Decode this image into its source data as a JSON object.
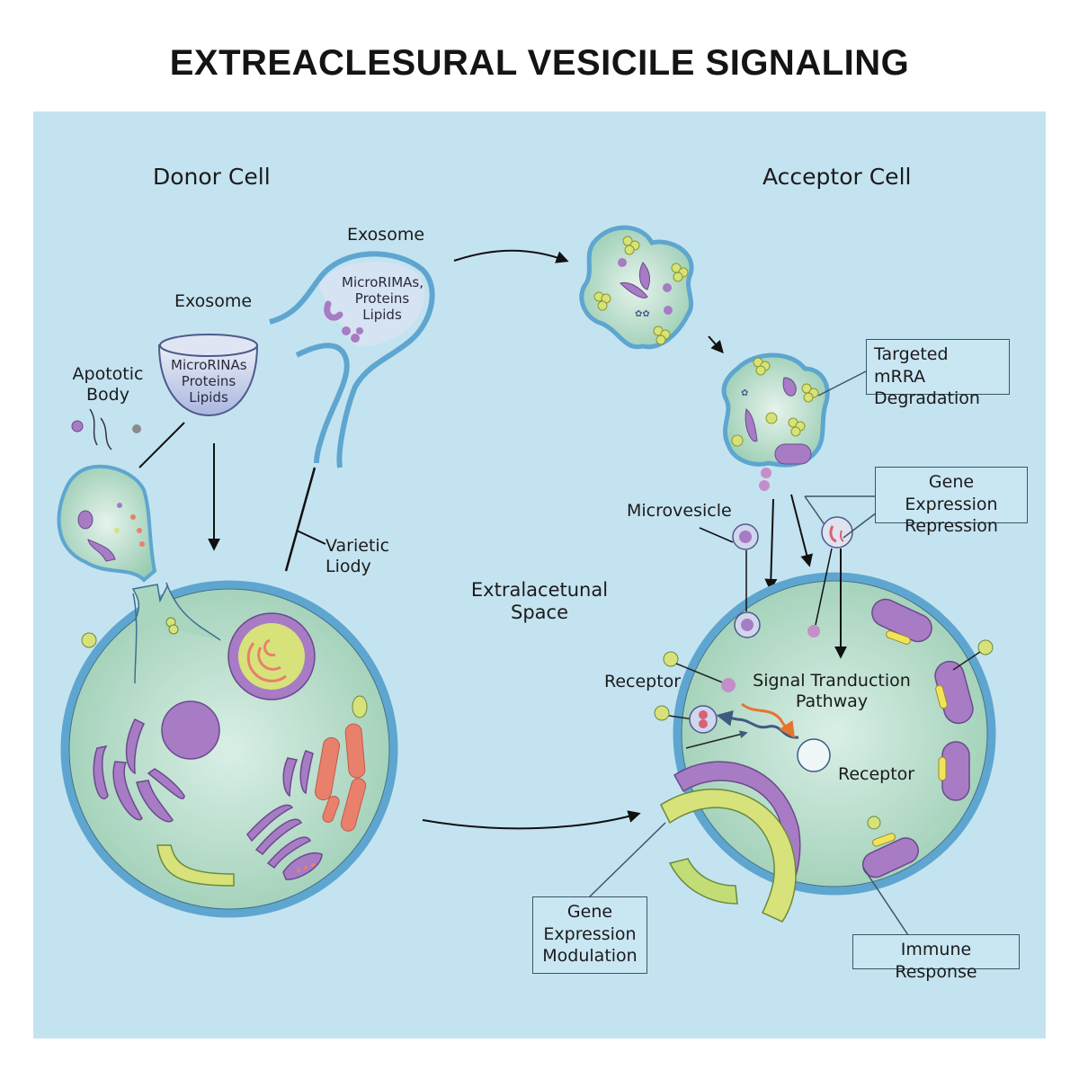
{
  "title": "EXTREACLESURAL VESICILE SIGNALING",
  "colors": {
    "background_panel": "#c4e3f1",
    "membrane_blue": "#5ea6cf",
    "cytoplasm_green": "#a9d6be",
    "organelle_purple": "#a77cc4",
    "organelle_red": "#e8806c",
    "organelle_yellow": "#d8e27a",
    "signal_orange": "#e8732f",
    "signal_navy": "#3d5a80"
  },
  "labels": {
    "donor_cell": "Donor Cell",
    "acceptor_cell": "Acceptor Cell",
    "exosome_top": "Exosome",
    "exosome_left": "Exosome",
    "exosome_left_cargo": [
      "MicroRINAs",
      "Proteins",
      "Lipids"
    ],
    "exosome_top_cargo": [
      "MicroRIMAs,",
      "Proteins",
      "Lipids"
    ],
    "apoptotic_body": [
      "Apototic",
      "Body"
    ],
    "varietic_body": [
      "Varietic",
      "Liody"
    ],
    "extracellular_space": [
      "Extralacetunal",
      "Space"
    ],
    "microvesicle": "Microvesicle",
    "receptor_left": "Receptor",
    "signal_pathway": [
      "Signal Tranduction",
      "Pathway"
    ],
    "receptor_right": "Receptor"
  },
  "boxes": {
    "targeted_degradation": [
      "Targeted mRRA",
      "Degradation"
    ],
    "gene_repression": [
      "Gene Expression",
      "Repression"
    ],
    "gene_modulation": [
      "Gene",
      "Expression",
      "Modulation"
    ],
    "immune_response": "Immune Response"
  }
}
